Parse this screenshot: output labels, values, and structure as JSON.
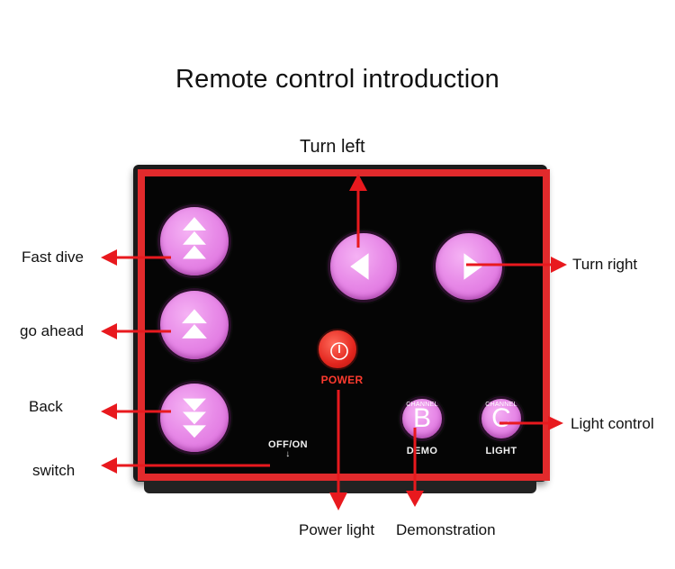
{
  "title": "Remote control introduction",
  "callouts": {
    "turn_left": "Turn left",
    "turn_right": "Turn right",
    "fast_dive": "Fast dive",
    "go_ahead": "go ahead",
    "back": "Back",
    "switch": "switch",
    "light_control": "Light control",
    "power_light": "Power light",
    "demonstration": "Demonstration"
  },
  "remote": {
    "power_label": "POWER",
    "switch_label": "OFF/ON",
    "switch_arrow": "↓",
    "demo_label": "DEMO",
    "light_label": "LIGHT",
    "channel_label": "CHANNEL",
    "button_b": "B",
    "button_c": "C",
    "power_symbol": "⏻"
  },
  "colors": {
    "frame_red": "#e22a2c",
    "button_pink": "#e88be8",
    "arrow_red": "#e8191e",
    "panel_black": "#050505"
  },
  "icons": {
    "fast_dive": "triple-up-triangle-icon",
    "go_ahead": "double-up-triangle-icon",
    "back": "triple-down-triangle-icon",
    "turn_left": "left-triangle-icon",
    "turn_right": "right-triangle-icon",
    "power": "power-icon"
  }
}
